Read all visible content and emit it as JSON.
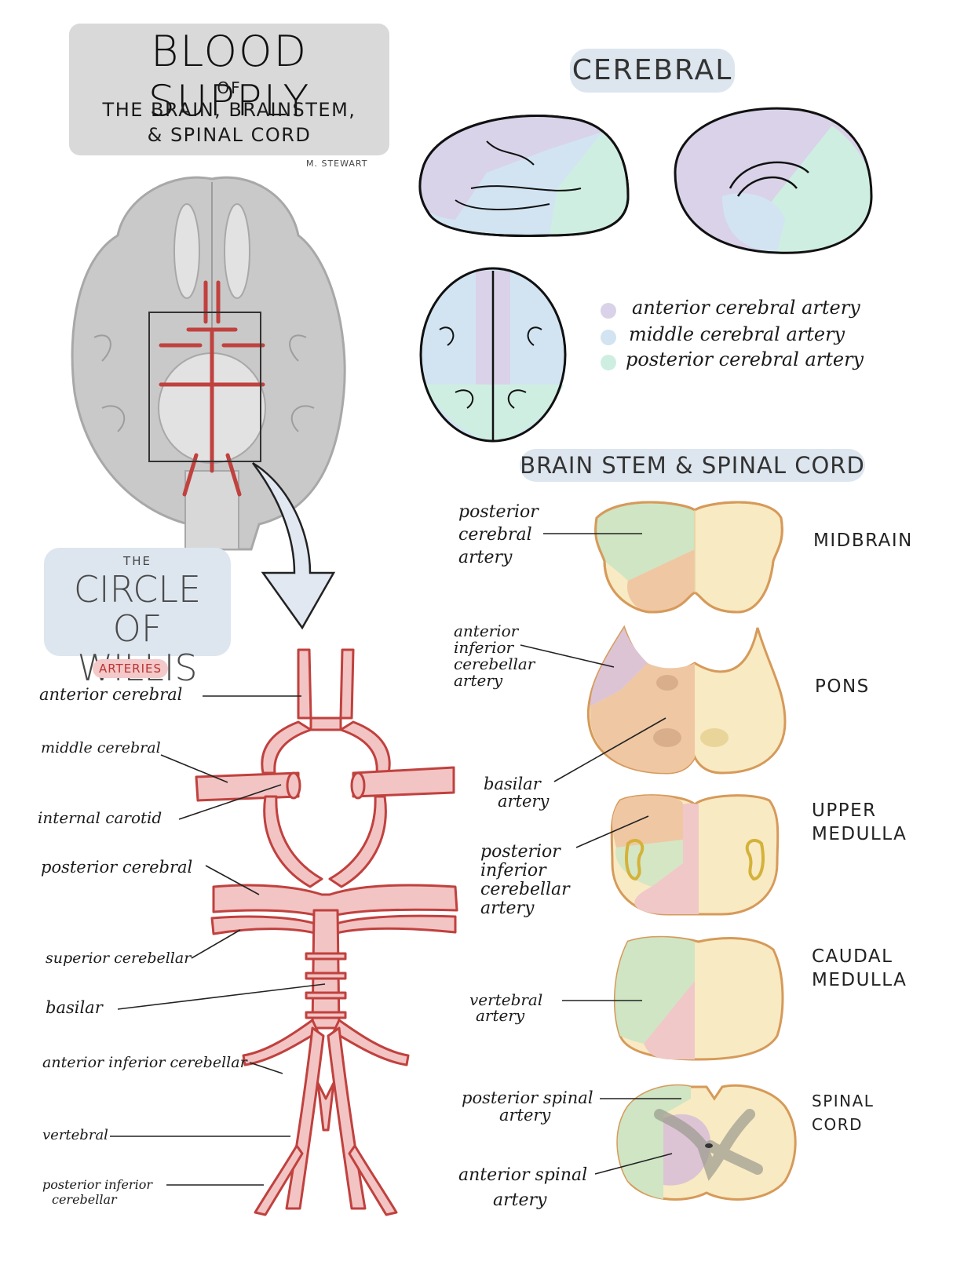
{
  "title": {
    "main": "BLOOD SUPPLY",
    "of": "OF",
    "line1": "THE BRAIN, BRAINSTEM,",
    "line2": "& SPINAL CORD",
    "author": "M. STEWART"
  },
  "cerebral": {
    "heading": "CEREBRAL",
    "legend": [
      {
        "label": "anterior cerebral artery",
        "color": "#d9d2e9"
      },
      {
        "label": "middle cerebral artery",
        "color": "#d2e4f2"
      },
      {
        "label": "posterior cerebral artery",
        "color": "#cfeee2"
      }
    ]
  },
  "circle_of_willis": {
    "the": "THE",
    "title_line1": "CIRCLE OF",
    "title_line2": "WILLIS",
    "arteries_badge": "ARTERIES",
    "labels": [
      "anterior cerebral",
      "middle cerebral",
      "internal carotid",
      "posterior cerebral",
      "superior cerebellar",
      "basilar",
      "anterior inferior cerebellar",
      "vertebral",
      "posterior inferior",
      "cerebellar"
    ]
  },
  "brainstem": {
    "heading": "BRAIN STEM & SPINAL CORD",
    "regions": {
      "midbrain": "MIDBRAIN",
      "pons": "PONS",
      "upper_medulla_1": "UPPER",
      "upper_medulla_2": "MEDULLA",
      "caudal_medulla_1": "CAUDAL",
      "caudal_medulla_2": "MEDULLA",
      "spinal_cord_1": "SPINAL",
      "spinal_cord_2": "CORD"
    },
    "artery_labels": {
      "pca_1": "posterior",
      "pca_2": "cerebral",
      "pca_3": "artery",
      "aica_1": "anterior",
      "aica_2": "inferior",
      "aica_3": "cerebellar",
      "aica_4": "artery",
      "basilar_1": "basilar",
      "basilar_2": "artery",
      "pica_1": "posterior",
      "pica_2": "inferior",
      "pica_3": "cerebellar",
      "pica_4": "artery",
      "vert_1": "vertebral",
      "vert_2": "artery",
      "psa_1": "posterior spinal",
      "psa_2": "artery",
      "asa_1": "anterior spinal",
      "asa_2": "artery"
    },
    "colors": {
      "green": "#cfe5c4",
      "orange": "#efc7a3",
      "yellow": "#f8eac2",
      "pink": "#f0c8c8",
      "purple": "#dcc4d4",
      "outline": "#d69a5a"
    },
    "artery_red": "#c0413e",
    "artery_fill": "#f2c4c4"
  }
}
